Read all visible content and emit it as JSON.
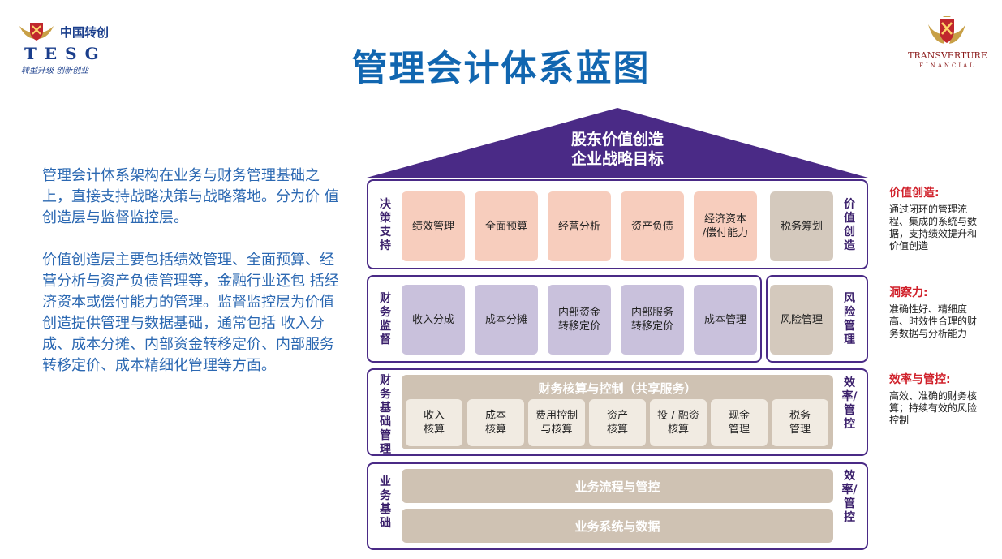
{
  "logo_left": {
    "cn_name": "中国转创",
    "brand": "TESG",
    "slogan": "转型升级 创新创业"
  },
  "logo_right": {
    "name": "TRANSVERTURE",
    "sub": "FINANCIAL"
  },
  "title": "管理会计体系蓝图",
  "description": [
    "管理会计体系架构在业务与财务管理基础之上，直接支持战略决策与战略落地。分为价 值创造层与监督监控层。",
    "价值创造层主要包括绩效管理、全面预算、经营分析与资产负债管理等，金融行业还包 括经济资本或偿付能力的管理。监督监控层为价值创造提供管理与数据基础，通常包括 收入分成、成本分摊、内部资金转移定价、内部服务转移定价、成本精细化管理等方面。"
  ],
  "roof": {
    "line1": "股东价值创造",
    "line2": "企业战略目标"
  },
  "layers": {
    "decision": {
      "left_label": "决策支持",
      "right_label": "价值创造",
      "items": [
        "绩效管理",
        "全面预算",
        "经营分析",
        "资产负债",
        "经济资本\n/偿付能力",
        "税务筹划"
      ]
    },
    "supervision": {
      "left_label": "财务监督",
      "items": [
        "收入分成",
        "成本分摊",
        "内部资金\n转移定价",
        "内部服务\n转移定价",
        "成本管理"
      ],
      "risk_item": "风险管理",
      "right_label": "风险管理"
    },
    "finance_base": {
      "left_label": "财务基础管理",
      "band": "财务核算与控制（共享服务）",
      "items": [
        "收入\n核算",
        "成本\n核算",
        "费用控制\n与核算",
        "资产\n核算",
        "投 / 融资\n核算",
        "现金\n管理",
        "税务\n管理"
      ],
      "right_label": "效率/管控"
    },
    "business_base": {
      "left_label": "业务基础",
      "bands": [
        "业务流程与管控",
        "业务系统与数据"
      ],
      "right_label": "效率/管控"
    }
  },
  "notes": [
    {
      "heading": "价值创造:",
      "text": "通过闭环的管理流程、集成的系统与数据，支持绩效提升和价值创造"
    },
    {
      "heading": "洞察力:",
      "text": "准确性好、精细度高、时效性合理的财务数据与分析能力"
    },
    {
      "heading": "效率与管控:",
      "text": "高效、准确的财务核算；持续有效的风险控制"
    }
  ],
  "colors": {
    "title": "#1166b0",
    "roof": "#4a2a86",
    "value_item": "#f7cdbd",
    "supervision_item": "#c9c1dc",
    "base_band": "#cfc2b3",
    "note_heading": "#d0202a"
  }
}
